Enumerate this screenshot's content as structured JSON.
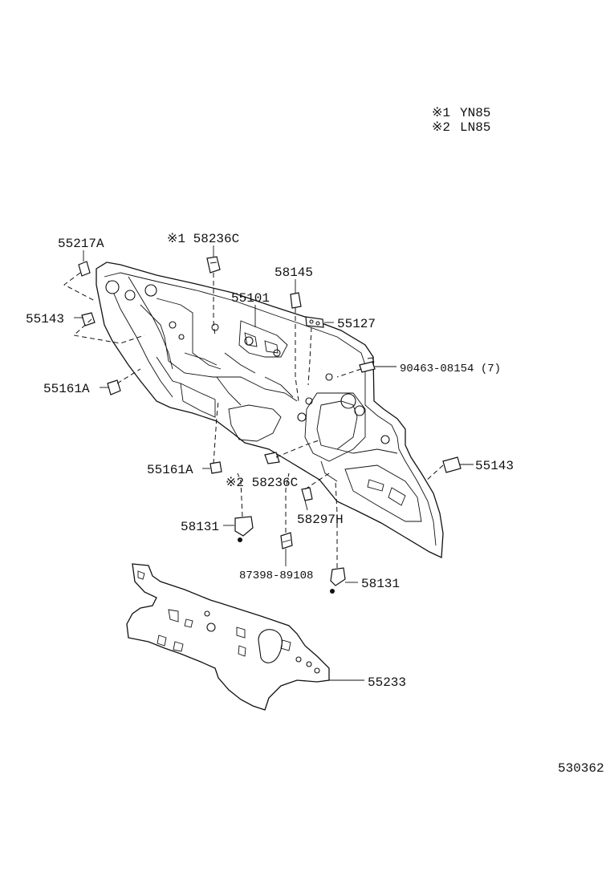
{
  "legend": [
    {
      "mark": "※1",
      "model": "YN85"
    },
    {
      "mark": "※2",
      "model": "LN85"
    }
  ],
  "callouts": {
    "c55217A": "55217A",
    "c58236C_1": "※1 58236C",
    "c58145": "58145",
    "c55101": "55101",
    "c55127": "55127",
    "c55143_left": "55143",
    "c55161A_upper": "55161A",
    "c90463": "90463-08154 (7)",
    "c55161A_lower": "55161A",
    "c58236C_2": "※2 58236C",
    "c55143_right": "55143",
    "c58131_left": "58131",
    "c58297H": "58297H",
    "c87398": "87398-89108",
    "c58131_right": "58131",
    "c55233": "55233"
  },
  "diagram_id": "530362"
}
